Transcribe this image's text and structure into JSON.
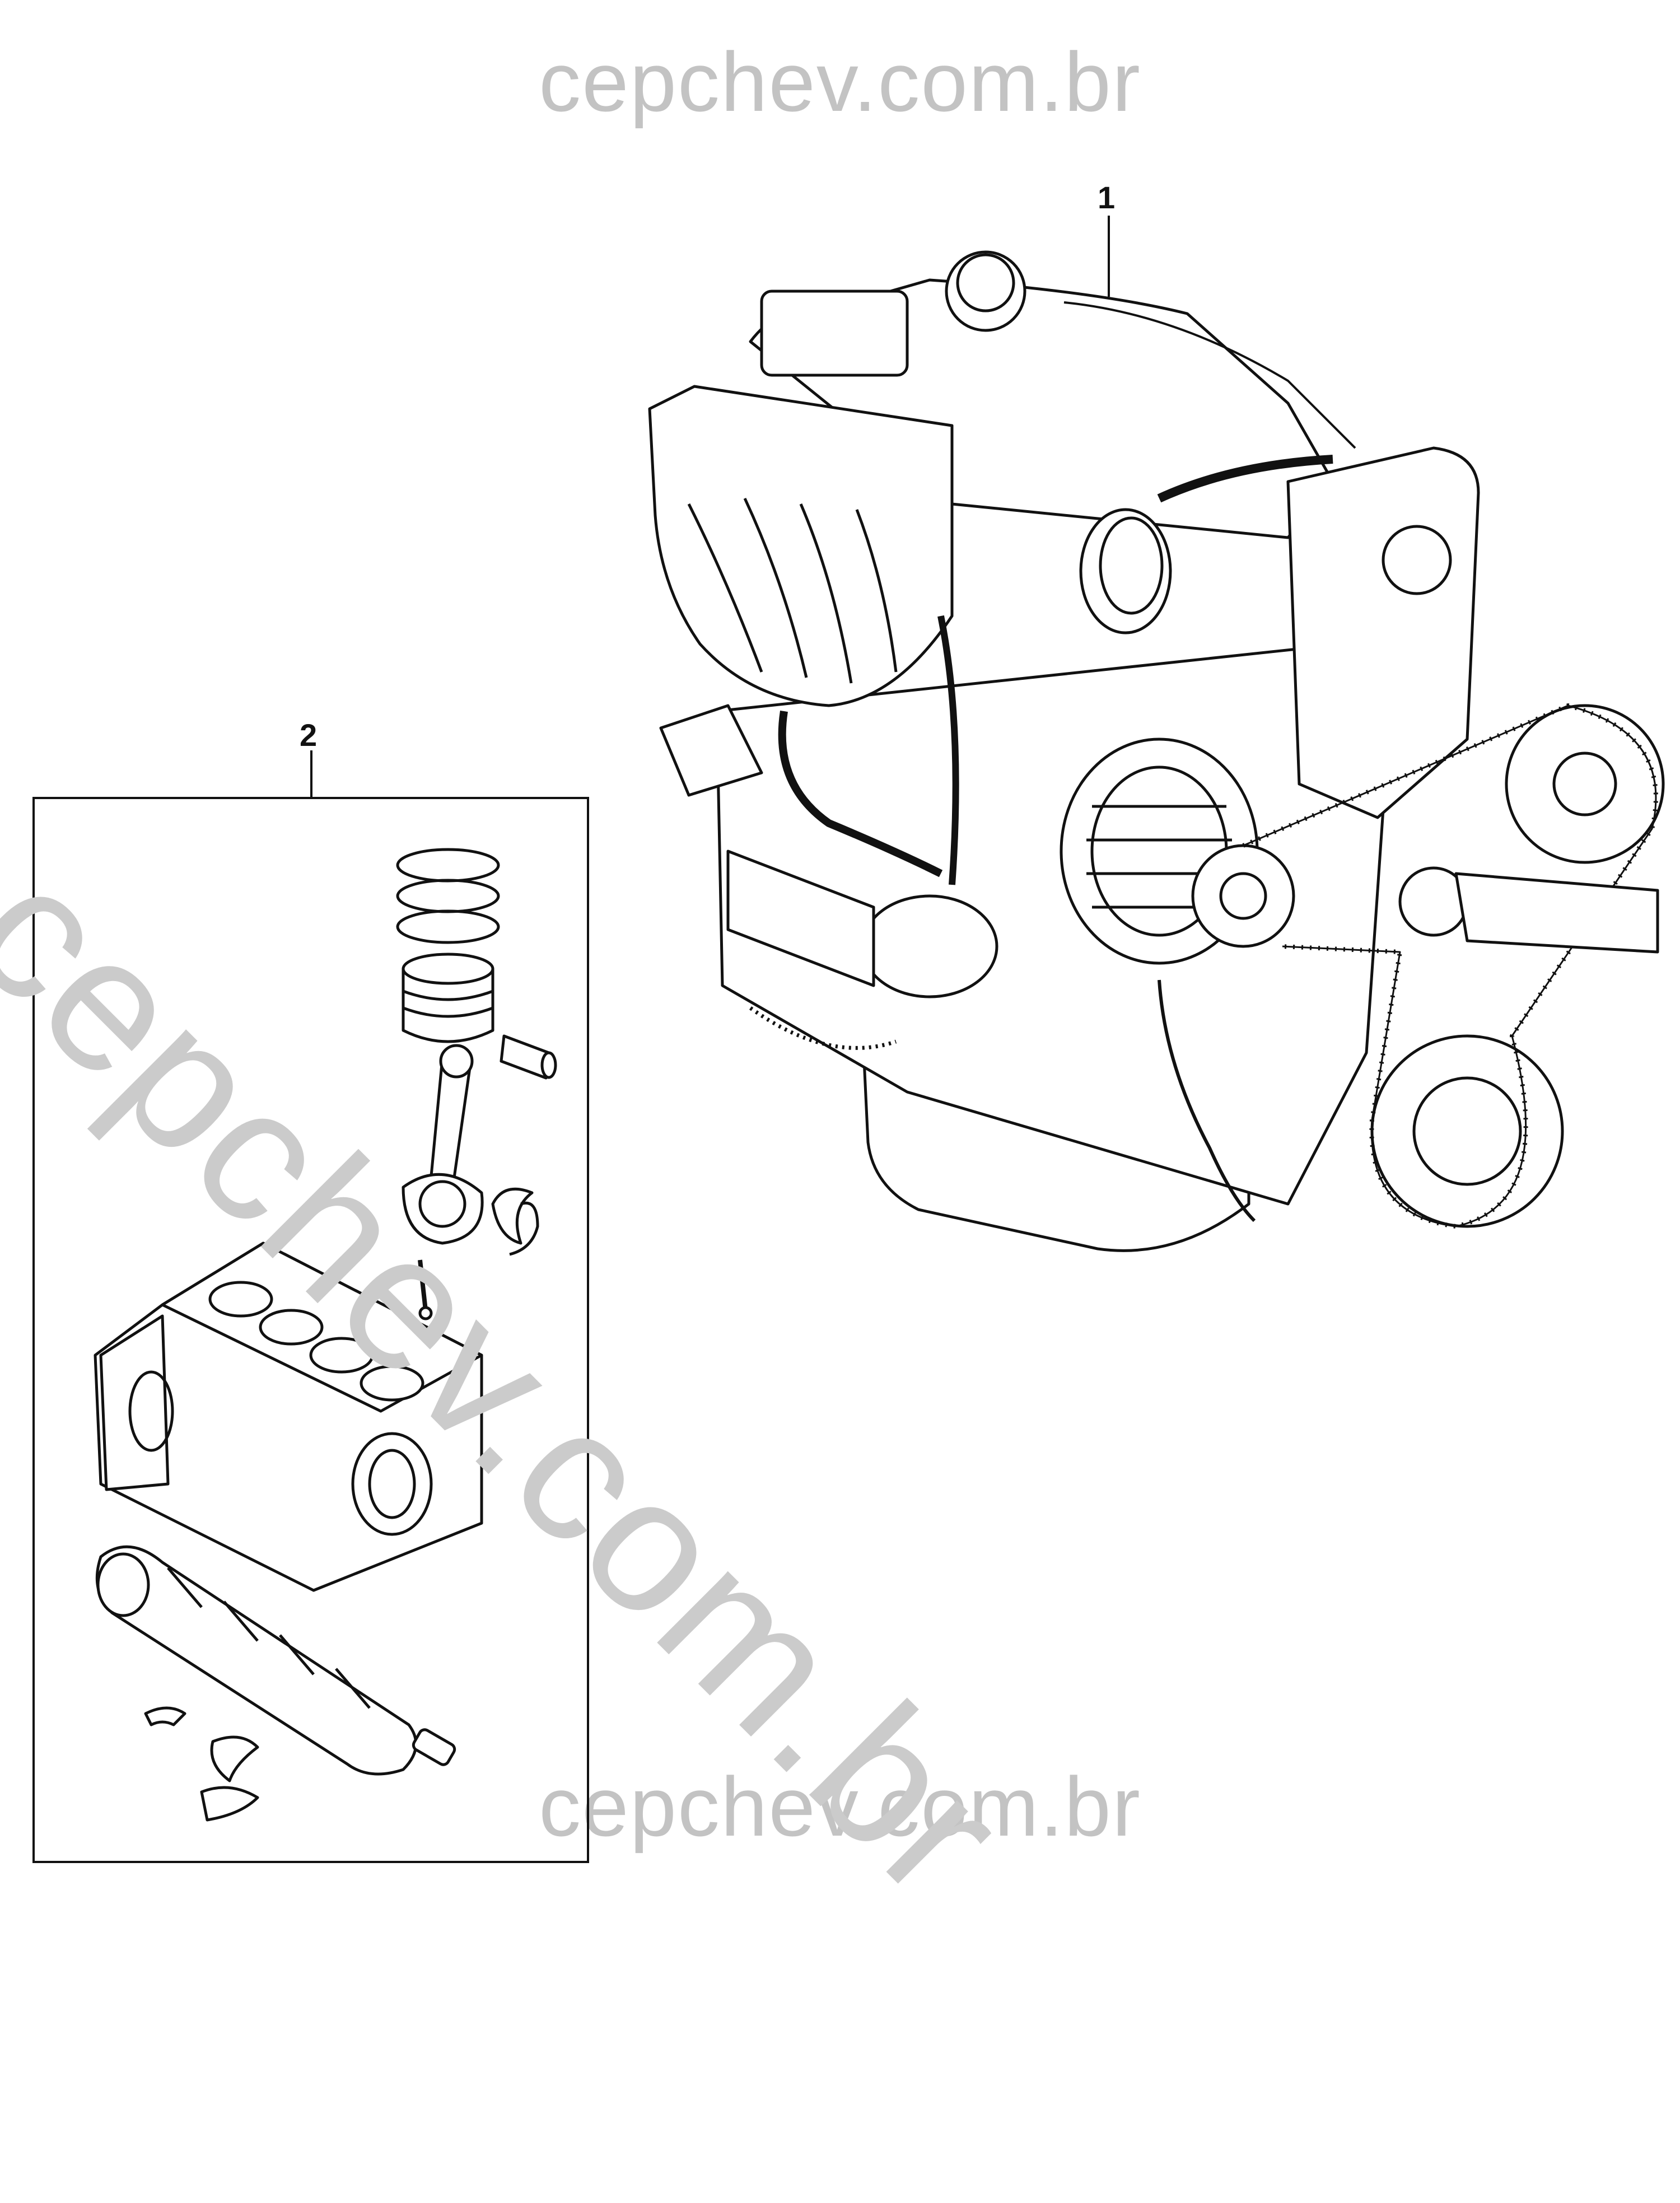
{
  "watermark": {
    "top": "cepchev.com.br",
    "diagonal": "cepchev.com.br",
    "bottom": "cepchev.com.br",
    "color": "#c3c3c3"
  },
  "callouts": {
    "item1": "1",
    "item2": "2"
  },
  "parts": {
    "engine_assembly": "engine-assembly",
    "short_block_kit": "short-block-kit"
  },
  "colors": {
    "line": "#111111",
    "background": "#ffffff"
  }
}
